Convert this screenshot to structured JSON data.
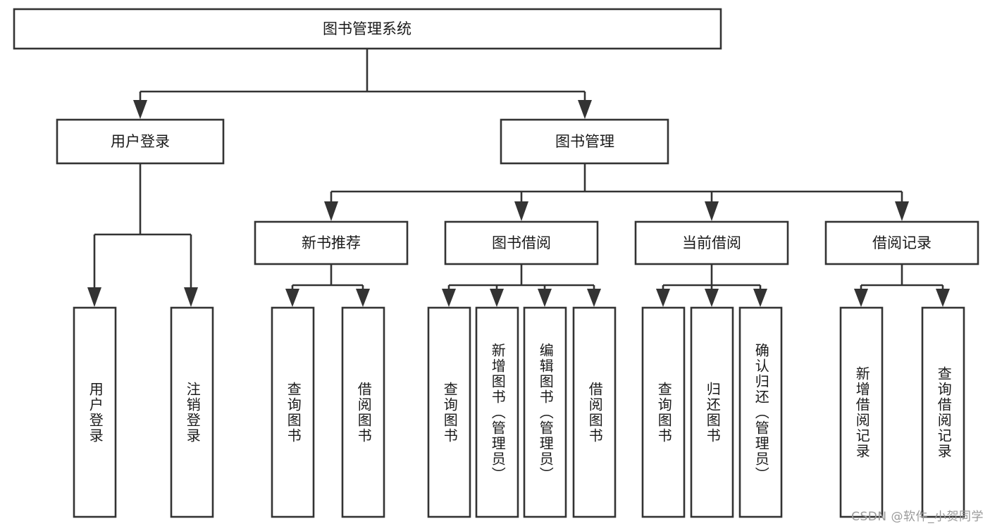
{
  "diagram": {
    "title": "图书管理系统",
    "type": "hierarchy-tree",
    "watermark": "CSDN @软件_小贺同学",
    "colors": {
      "stroke": "#333333",
      "fill": "#ffffff",
      "text": "#1a1a1a",
      "watermark": "#9a9a9a",
      "background": "#ffffff"
    },
    "root": {
      "label": "图书管理系统"
    },
    "level2": [
      {
        "label": "用户登录"
      },
      {
        "label": "图书管理"
      }
    ],
    "level3": [
      {
        "label": "新书推荐"
      },
      {
        "label": "图书借阅"
      },
      {
        "label": "当前借阅"
      },
      {
        "label": "借阅记录"
      }
    ],
    "leaves": {
      "user_login": [
        {
          "label": "用户登录"
        },
        {
          "label": "注销登录"
        }
      ],
      "new_book_recommend": [
        {
          "label": "查询图书"
        },
        {
          "label": "借阅图书"
        }
      ],
      "book_borrow": [
        {
          "label": "查询图书"
        },
        {
          "label": "新增图书（管理员）"
        },
        {
          "label": "编辑图书（管理员）"
        },
        {
          "label": "借阅图书"
        }
      ],
      "current_borrow": [
        {
          "label": "查询图书"
        },
        {
          "label": "归还图书"
        },
        {
          "label": "确认归还（管理员）"
        }
      ],
      "borrow_record": [
        {
          "label": "新增借阅记录"
        },
        {
          "label": "查询借阅记录"
        }
      ]
    }
  }
}
